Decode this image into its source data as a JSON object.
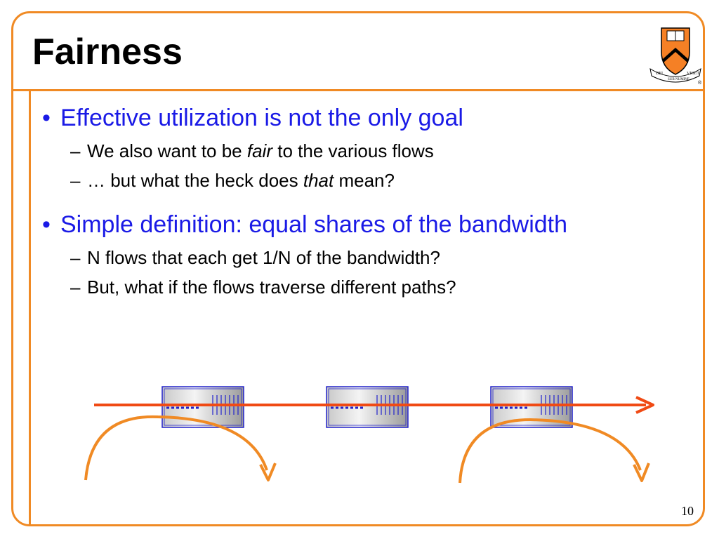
{
  "slide": {
    "title": "Fairness",
    "page_number": "10",
    "bullets": [
      {
        "text": "Effective utilization is not the only goal",
        "subs": [
          {
            "before": "We also want to be ",
            "italic": "fair",
            "after": " to the various flows"
          },
          {
            "before": "… but what the heck does ",
            "italic": "that",
            "after": " mean?"
          }
        ]
      },
      {
        "text": "Simple definition: equal shares of the bandwidth",
        "subs": [
          {
            "before": "N flows that each get 1/N of the bandwidth?",
            "italic": "",
            "after": ""
          },
          {
            "before": "But, what if the flows traverse different paths?",
            "italic": "",
            "after": ""
          }
        ]
      }
    ],
    "bullet_glyph": "•",
    "sub_glyph": "–",
    "crest_motto_left": "DEI",
    "crest_motto_right": "SUB NUMINE",
    "crest_motto_far": "VIGET",
    "colors": {
      "accent": "#f08a24",
      "bullet": "#1a1ae6",
      "flow": "#f04a14",
      "router": "#2222cc"
    },
    "icons": [
      "princeton-crest-icon",
      "router-icon",
      "flow-arrow-icon"
    ]
  }
}
